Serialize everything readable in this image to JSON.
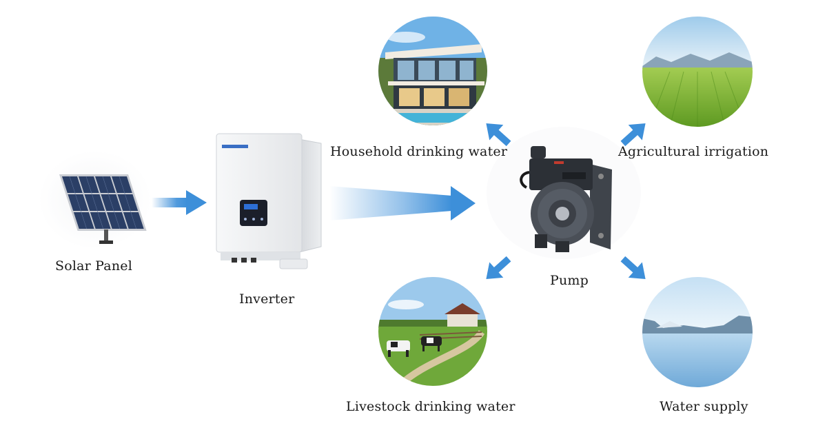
{
  "nodes": {
    "solar_panel": {
      "label": "Solar Panel",
      "icon": "solar-panel-icon"
    },
    "inverter": {
      "label": "Inverter",
      "icon": "inverter-icon",
      "screen_text": "- - -"
    },
    "pump": {
      "label": "Pump",
      "icon": "pump-icon"
    },
    "household": {
      "label": "Household drinking water",
      "icon": "house-icon"
    },
    "agricultural": {
      "label": "Agricultural irrigation",
      "icon": "field-icon"
    },
    "livestock": {
      "label": "Livestock drinking water",
      "icon": "cows-icon"
    },
    "water_supply": {
      "label": "Water supply",
      "icon": "lake-icon"
    }
  },
  "colors": {
    "arrow": "#3d8fd9",
    "arrow_light": "#cfe3f6",
    "sky": "#a8d0f0",
    "grass": "#7cb93a",
    "lake": "#9cc7e8",
    "panel": "#2b3f66",
    "pump_body": "#4a4f57"
  }
}
